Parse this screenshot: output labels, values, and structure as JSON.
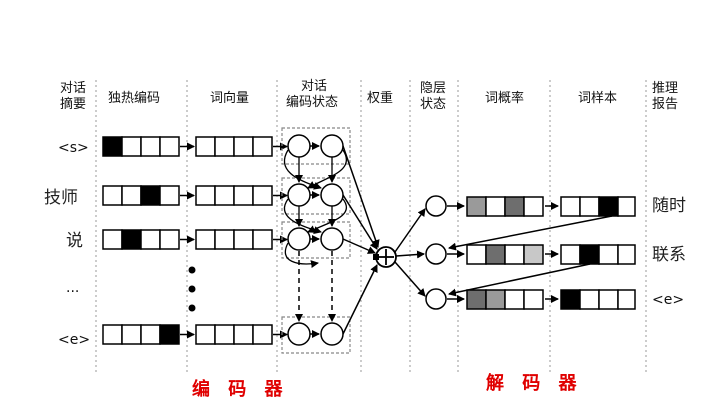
{
  "headers": {
    "summary_l1": "对话",
    "summary_l2": "摘要",
    "onehot": "独热编码",
    "wordvec": "词向量",
    "encstate_l1": "对话",
    "encstate_l2": "编码状态",
    "weight": "权重",
    "hidden_l1": "隐层",
    "hidden_l2": "状态",
    "wordprob": "词概率",
    "wordsample": "词样本",
    "report_l1": "推理",
    "report_l2": "报告"
  },
  "input_tokens": [
    "<s>",
    "技师",
    "说",
    "...",
    "<e>"
  ],
  "output_tokens": [
    "随时",
    "联系",
    "<e>"
  ],
  "labels": {
    "encoder": "编 码 器",
    "decoder": "解 码 器"
  },
  "colors": {
    "black": "#000000",
    "dark_gray": "#6e6e6e",
    "mid_gray": "#9a9a9a",
    "light_gray": "#c8c8c8",
    "red": "#e00000"
  }
}
